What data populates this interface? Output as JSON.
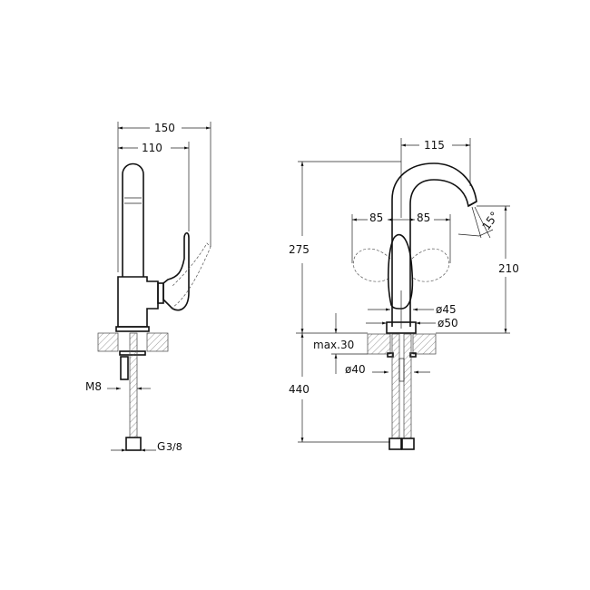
{
  "side_view": {
    "dim_total_depth": "150",
    "dim_spout_reach": "110",
    "thread_label": "M8",
    "connection_label_prefix": "G",
    "connection_fraction": "3/8"
  },
  "front_view": {
    "dim_spout_projection": "115",
    "dim_lever_left": "85",
    "dim_lever_right": "85",
    "angle_label": "15°",
    "dim_total_height": "275",
    "dim_outlet_height": "210",
    "dim_hose_length": "440",
    "dia_upper": "ø45",
    "dia_base": "ø50",
    "counter_thickness": "max.30",
    "hole_diameter": "ø40"
  }
}
